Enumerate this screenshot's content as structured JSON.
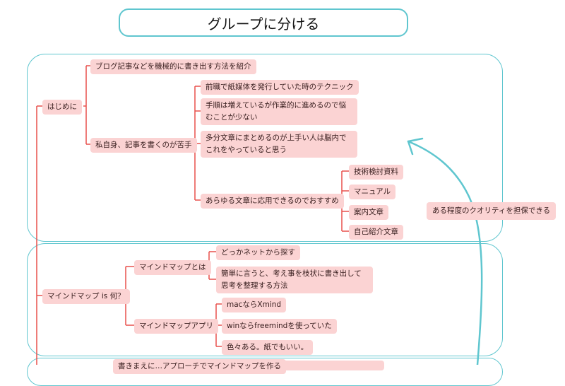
{
  "title": "グループに分ける",
  "colors": {
    "group_border": "#5fc6cf",
    "line": "#e8504c",
    "node_fill": "#fbd3d3",
    "arrow": "#5fc6cf"
  },
  "nodes": {
    "hajimeni": "はじめに",
    "blog": "ブログ記事などを機械的に書き出す方法を紹介",
    "watashi": "私自身、記事を書くのが苦手",
    "zenshoku": "前職で紙媒体を発行していた時のテクニック",
    "tejun": "手順は増えているが作業的に進めるので悩むことが少ない",
    "tabun": "多分文章にまとめるのが上手い人は脳内でこれをやっていると思う",
    "arayuru": "あらゆる文章に応用できるのでおすすめ",
    "gijutsu": "技術検討資料",
    "manual": "マニュアル",
    "annai": "案内文章",
    "jiko": "自己紹介文章",
    "mindmap": "マインドマップ is 何？",
    "mindmap_towa": "マインドマップとは",
    "dokka": "どっかネットから探す",
    "kantan": "簡単に言うと、考え事を枝状に書き出して思考を整理する方法",
    "mindmap_app": "マインドマップアプリ",
    "mac": "macならXmind",
    "win": "winならfreemindを使っていた",
    "iroiro": "色々ある。紙でもいい。",
    "kakumaeni": "書きまえに…アプローチでマインドマップを作る",
    "callout": "ある程度のクオリティを担保できる"
  }
}
